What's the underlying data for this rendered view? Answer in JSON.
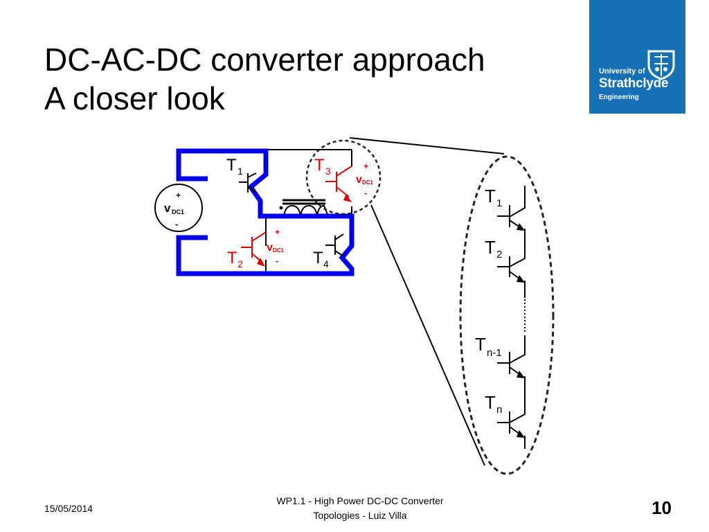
{
  "slide": {
    "title_line1": "DC-AC-DC converter approach",
    "title_line2": "A closer look"
  },
  "logo": {
    "line1": "University of",
    "line2": "Strathclyde",
    "line3": "Engineering"
  },
  "circuit": {
    "source_plus": "+",
    "source_label": "v",
    "source_sub": "DC1",
    "source_minus": "-",
    "t1": "T",
    "t1_sub": "1",
    "t2": "T",
    "t2_sub": "2",
    "t3": "T",
    "t3_sub": "3",
    "t4": "T",
    "t4_sub": "4",
    "t3_plus": "+",
    "t3_v": "v",
    "t3_v_sub": "DC1",
    "t3_minus": "-",
    "t2_plus": "+",
    "t2_v": "v",
    "t2_v_sub": "DC1",
    "t2_minus": "-"
  },
  "zoom": {
    "t1": "T",
    "t1_sub": "1",
    "t2": "T",
    "t2_sub": "2",
    "tn1": "T",
    "tn1_sub": "n-1",
    "tn": "T",
    "tn_sub": "n"
  },
  "colors": {
    "blue_path": "#0000ee",
    "red": "#dd0000",
    "logo_bg": "#1570b5"
  },
  "footer": {
    "date": "15/05/2014",
    "line1": "WP1.1 - High Power DC-DC Converter",
    "line2": "Topologies - Luiz Villa",
    "page": "10"
  }
}
